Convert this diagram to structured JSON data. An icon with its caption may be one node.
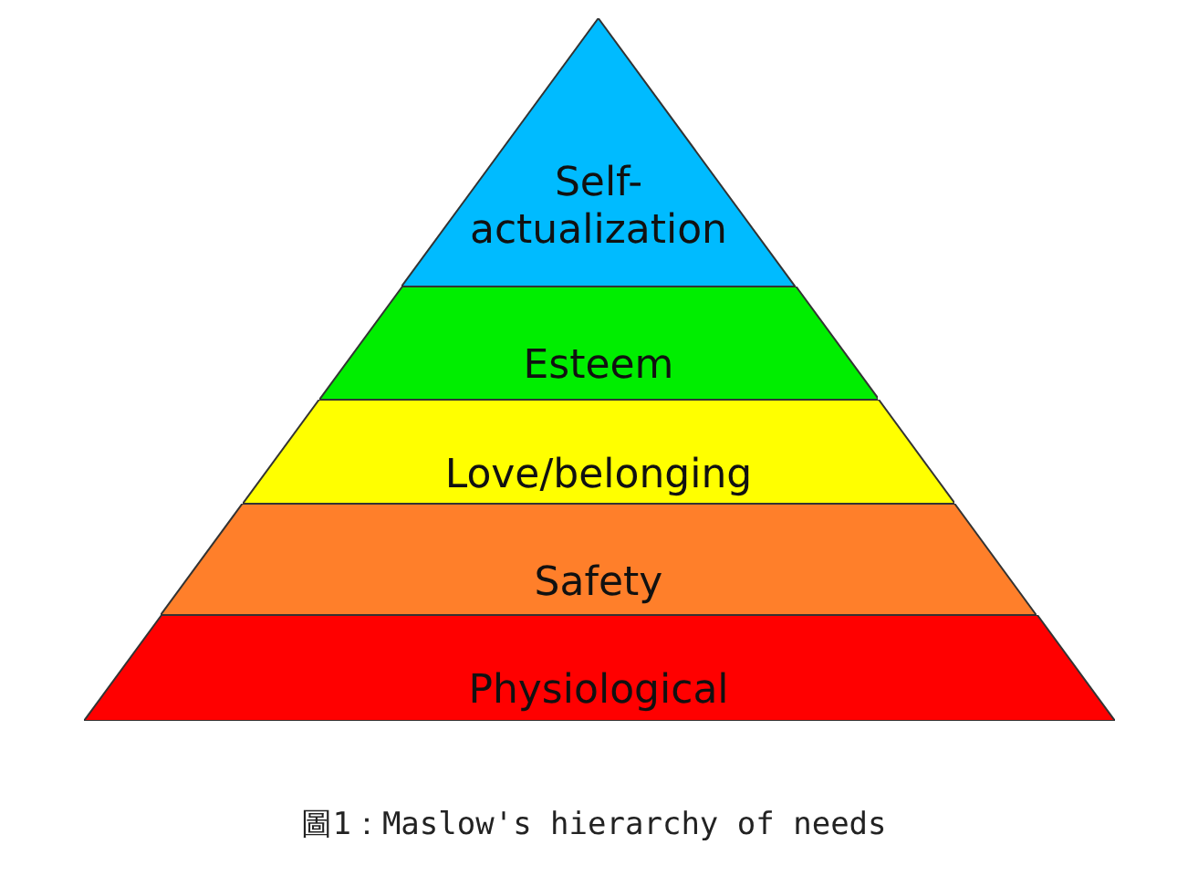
{
  "diagram": {
    "caption": "圖1：Maslow's hierarchy of needs",
    "nodes": [
      {
        "text": [
          "Self-actualization"
        ]
      },
      {
        "text": [
          "Esteem"
        ]
      },
      {
        "text": [
          "Love/belonging"
        ]
      },
      {
        "text": [
          "Safety"
        ]
      },
      {
        "text": [
          "Physiological"
        ]
      }
    ]
  }
}
